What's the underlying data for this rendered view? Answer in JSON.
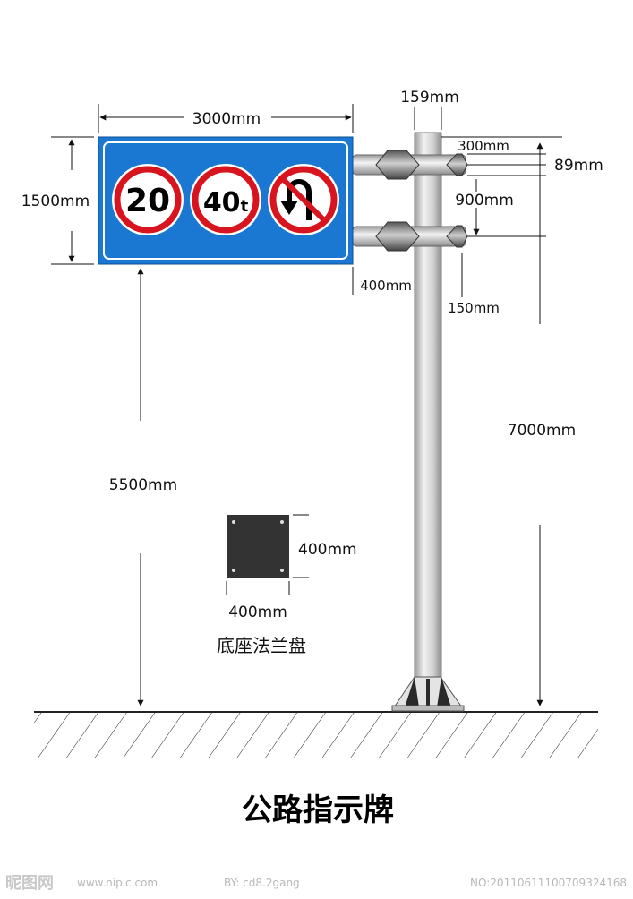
{
  "dimensions": {
    "sign_width": "3000mm",
    "sign_height": "1500mm",
    "pole_diameter": "159mm",
    "arm_spacing_top": "300mm",
    "arm_offset": "89mm",
    "arm_spacing": "900mm",
    "arm_length": "400mm",
    "arm_gap": "150mm",
    "pole_height": "7000mm",
    "clearance": "5500mm",
    "flange_height": "400mm",
    "flange_width": "400mm"
  },
  "signs": [
    {
      "text": "20"
    },
    {
      "text": "40",
      "suffix": "t"
    },
    {
      "icon": "no-u-turn-icon"
    }
  ],
  "flange_caption": "底座法兰盘",
  "title": "公路指示牌",
  "footer": {
    "logo": "昵图网",
    "url": "www.nipic.com",
    "author": "BY: cd8.2gang",
    "code": "NO:20110611100709324168"
  },
  "colors": {
    "sign_blue": "#1b78d2",
    "ring_red": "#d8141e",
    "pole_gray": "#d4d4d4",
    "flange_dark": "#333333"
  }
}
